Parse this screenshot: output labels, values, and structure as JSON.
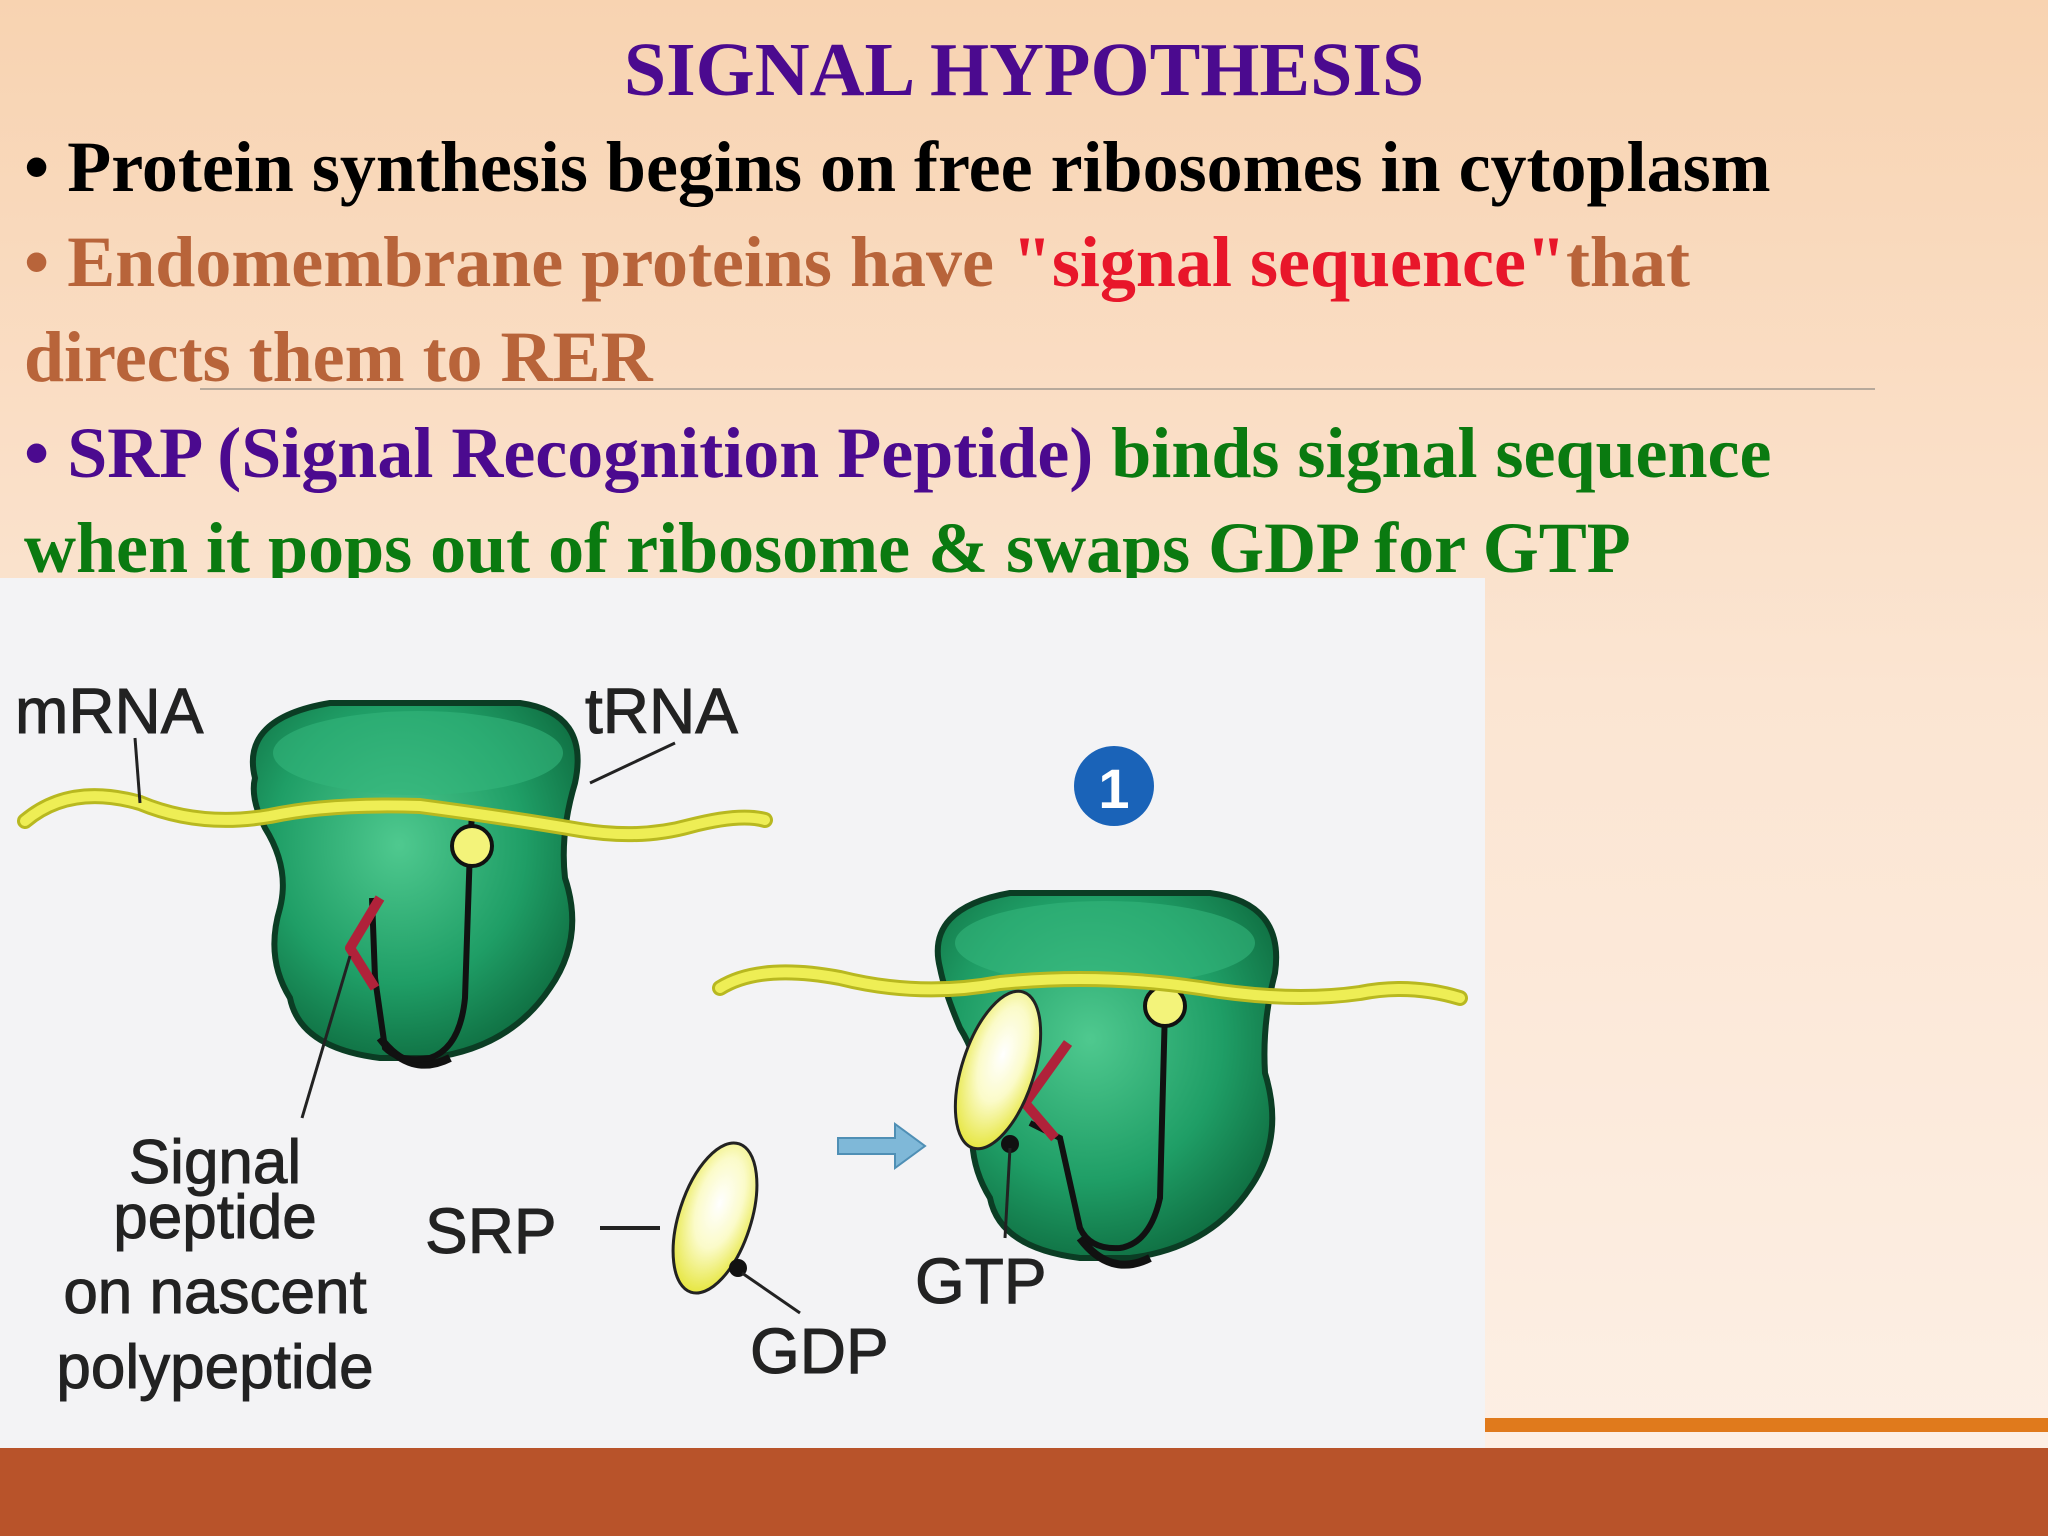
{
  "title": "SIGNAL HYPOTHESIS",
  "bullets": [
    {
      "marker": "•",
      "text": " Protein synthesis begins on free ribosomes in cytoplasm"
    },
    {
      "marker": "•",
      "part1": " Endomembrane proteins have ",
      "part2": "\"signal sequence\"",
      "part3": "that",
      "line2": "directs them to RER"
    },
    {
      "marker": "•",
      "part1": " SRP (Signal Recognition Peptide)",
      "part2": " binds signal sequence",
      "line2": "when it pops out of ribosome & swaps GDP for GTP"
    }
  ],
  "diagram": {
    "labels": {
      "mrna": "mRNA",
      "trna": "tRNA",
      "step": "1",
      "signal_1": "Signal",
      "signal_2": "peptide",
      "signal_3": "on nascent",
      "signal_4": "polypeptide",
      "srp": "SRP",
      "gdp": "GDP",
      "gtp": "GTP"
    }
  },
  "colors": {
    "title": "#4b0a8f",
    "black": "#000000",
    "brown": "#b8643a",
    "red": "#e8162a",
    "purple": "#4b0a8f",
    "green": "#0a7a10",
    "ribosome": "#1f9e66",
    "mrna": "#e6e640",
    "bottom_bar": "#b8532a",
    "thin_bar": "#e07a1c"
  }
}
